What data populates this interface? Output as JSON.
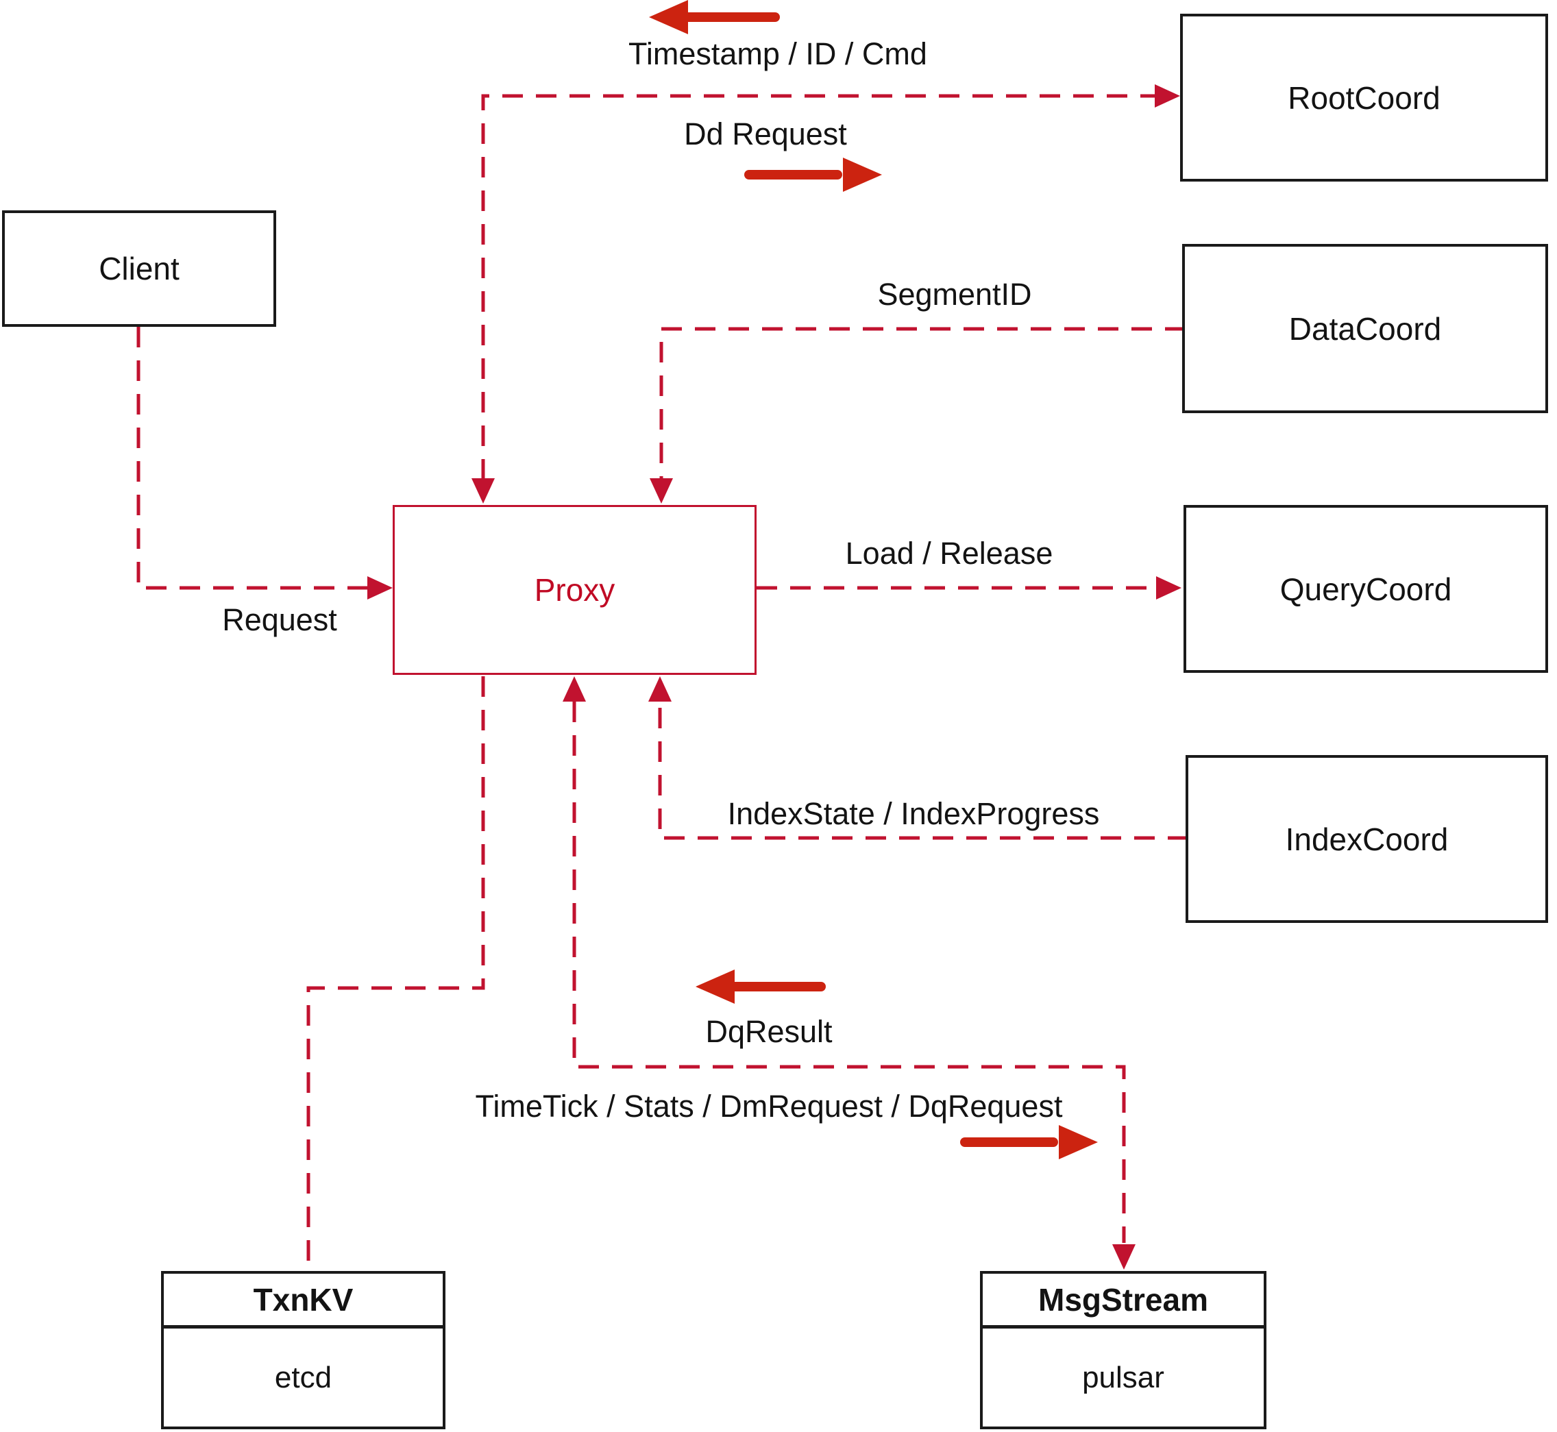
{
  "diagram": {
    "nodes": {
      "client": {
        "label": "Client"
      },
      "rootcoord": {
        "label": "RootCoord"
      },
      "datacoord": {
        "label": "DataCoord"
      },
      "querycoord": {
        "label": "QueryCoord"
      },
      "indexcoord": {
        "label": "IndexCoord"
      },
      "proxy": {
        "label": "Proxy"
      },
      "txnkv": {
        "title": "TxnKV",
        "impl": "etcd"
      },
      "msgstream": {
        "title": "MsgStream",
        "impl": "pulsar"
      }
    },
    "edge_labels": {
      "timestamp_id_cmd": "Timestamp / ID / Cmd",
      "dd_request": "Dd Request",
      "segment_id": "SegmentID",
      "request": "Request",
      "load_release": "Load / Release",
      "index_state": "IndexState / IndexProgress",
      "dq_result": "DqResult",
      "timetick": "TimeTick / Stats / DmRequest / DqRequest"
    },
    "colors": {
      "dashed_line": "#c1122f",
      "solid_arrow": "#cc2310",
      "proxy_text": "#c00a24",
      "box_border": "#1a1a1a",
      "text": "#131313"
    }
  }
}
